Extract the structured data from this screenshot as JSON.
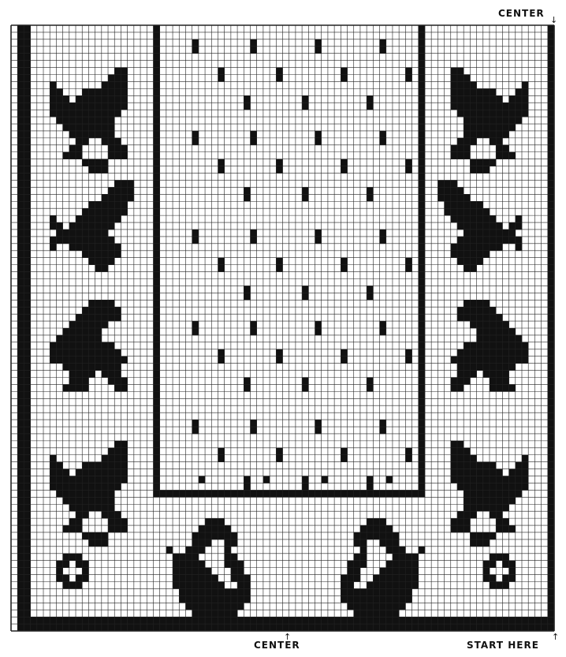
{
  "labels": {
    "center_top": "CENTER",
    "center_bottom": "CENTER",
    "start_here": "START HERE"
  },
  "chart_data": {
    "type": "filet-crochet-chart",
    "columns": 84,
    "rows": 86,
    "colors": {
      "filled": "#111111",
      "grid": "#222222",
      "background": "#ffffff"
    },
    "motifs": [
      "bird",
      "bird",
      "bird",
      "bird",
      "bird",
      "bird",
      "bird",
      "bird",
      "squirrel",
      "squirrel",
      "ring",
      "ring",
      "diagonal-dots"
    ]
  }
}
